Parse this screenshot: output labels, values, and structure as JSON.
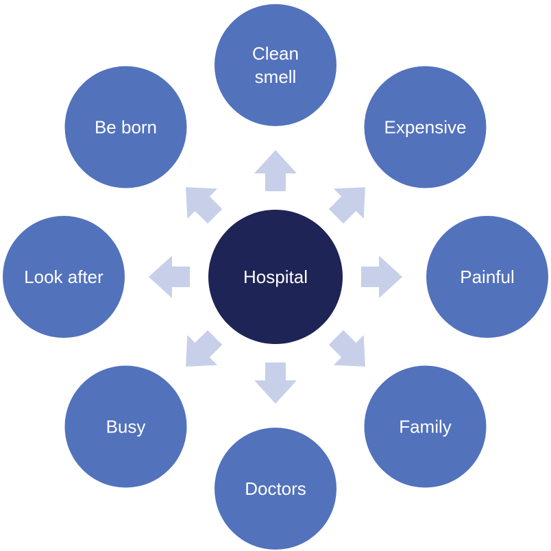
{
  "diagram": {
    "center": {
      "label": "Hospital"
    },
    "nodes": [
      {
        "lines": [
          "Clean",
          "smell"
        ]
      },
      {
        "lines": [
          "Expensive"
        ]
      },
      {
        "lines": [
          "Painful"
        ]
      },
      {
        "lines": [
          "Family"
        ]
      },
      {
        "lines": [
          "Doctors"
        ]
      },
      {
        "lines": [
          "Busy"
        ]
      },
      {
        "lines": [
          "Look after"
        ]
      },
      {
        "lines": [
          "Be born"
        ]
      }
    ]
  },
  "colors": {
    "center_fill": "#1f2456",
    "node_fill": "#5272bc",
    "arrow_fill": "#c7cfe9",
    "text": "#ffffff"
  }
}
